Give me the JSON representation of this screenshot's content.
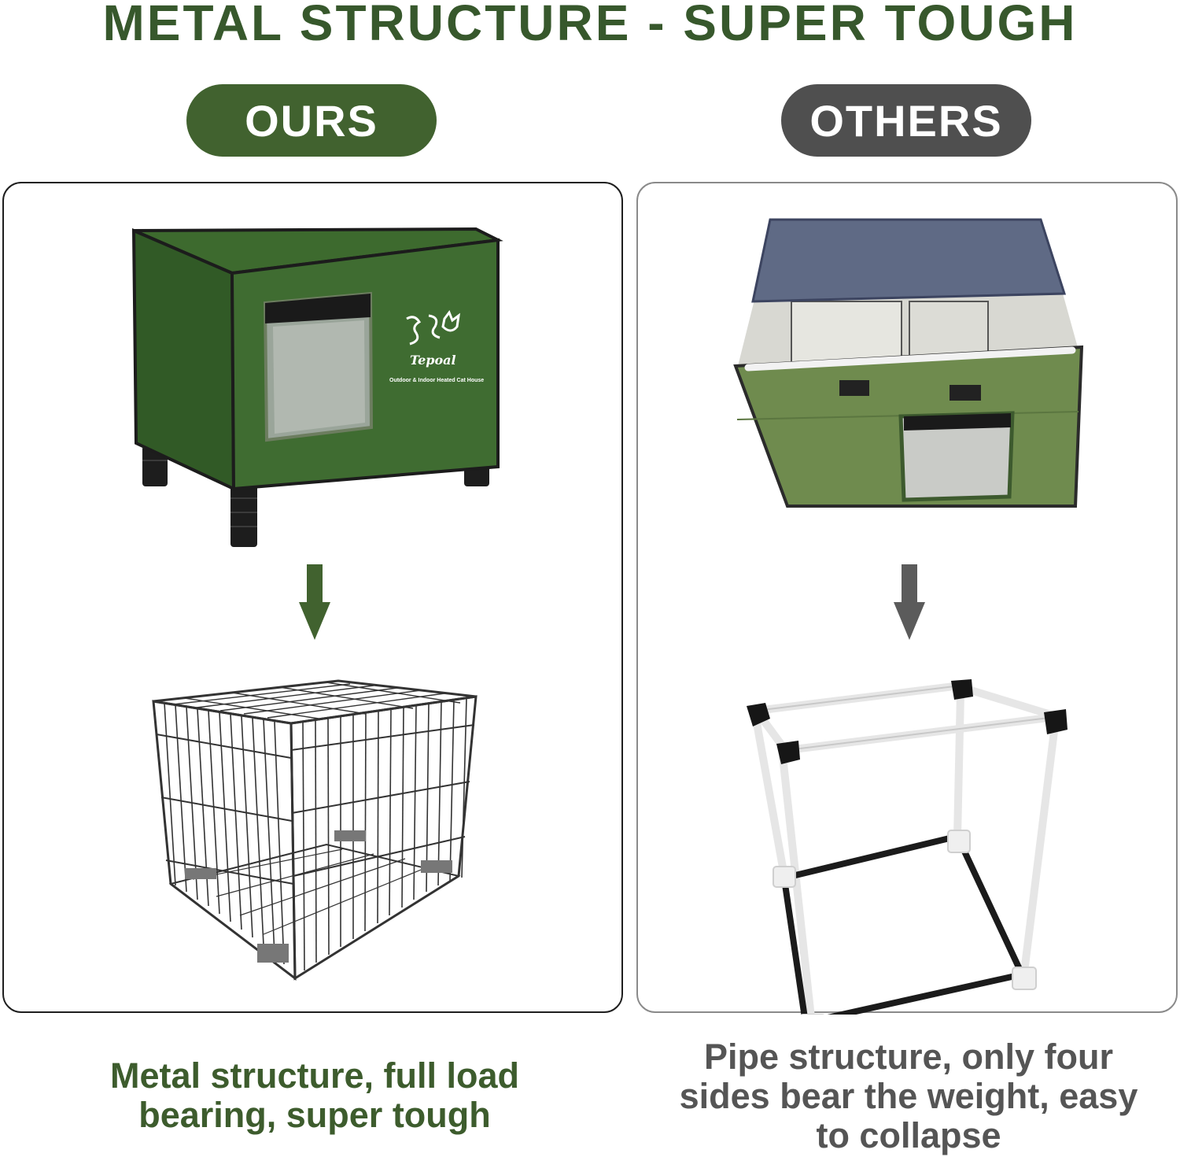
{
  "header": {
    "title": "METAL STRUCTURE - SUPER TOUGH"
  },
  "labels": {
    "ours": "OURS",
    "others": "OTHERS"
  },
  "ours": {
    "brand": "Tepoal",
    "brand_tagline": "Outdoor & Indoor Heated Cat House",
    "caption_line1": "Metal structure, full load",
    "caption_line2": "bearing, super tough"
  },
  "others": {
    "caption_line1": "Pipe structure, only four",
    "caption_line2": "sides bear the weight, easy",
    "caption_line3": "to collapse"
  },
  "colors": {
    "ours_green": "#41622f",
    "others_gray": "#4f4f4f",
    "title_green": "#37582c"
  }
}
